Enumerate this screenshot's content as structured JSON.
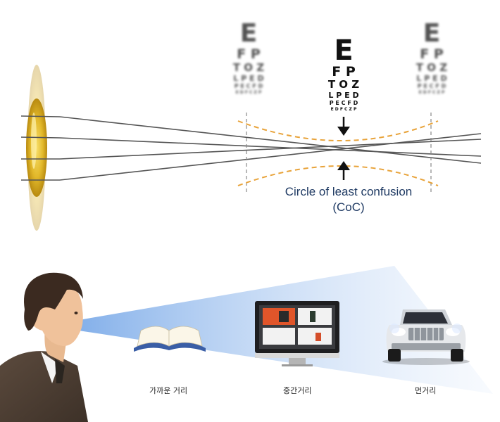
{
  "eye_charts": {
    "left": {
      "rows": [
        "E",
        "F P",
        "T O Z",
        "L P E D",
        "P E C F D",
        "E D F C Z P"
      ]
    },
    "center": {
      "rows": [
        "E",
        "F P",
        "T O Z",
        "L P E D",
        "P E C F D",
        "E D F C Z P"
      ]
    },
    "right": {
      "rows": [
        "E",
        "F P",
        "T O Z",
        "L P E D",
        "P E C F D",
        "E D F C Z P"
      ]
    }
  },
  "coc": {
    "line1": "Circle of least confusion",
    "line2": "(CoC)"
  },
  "colors": {
    "dashed_curve": "#e8a33a",
    "label": "#1f3a63",
    "lens": "#e2b82a",
    "beam": "#8fb6e8"
  },
  "icons": {
    "lens": "lens-icon",
    "person": "person-icon",
    "book": "book-icon",
    "monitor": "monitor-icon",
    "car": "car-icon",
    "arrow_down": "arrow-down-icon",
    "arrow_up": "arrow-up-icon"
  },
  "distances": {
    "near": "가까운 거리",
    "middle": "중간거리",
    "far": "먼거리"
  }
}
